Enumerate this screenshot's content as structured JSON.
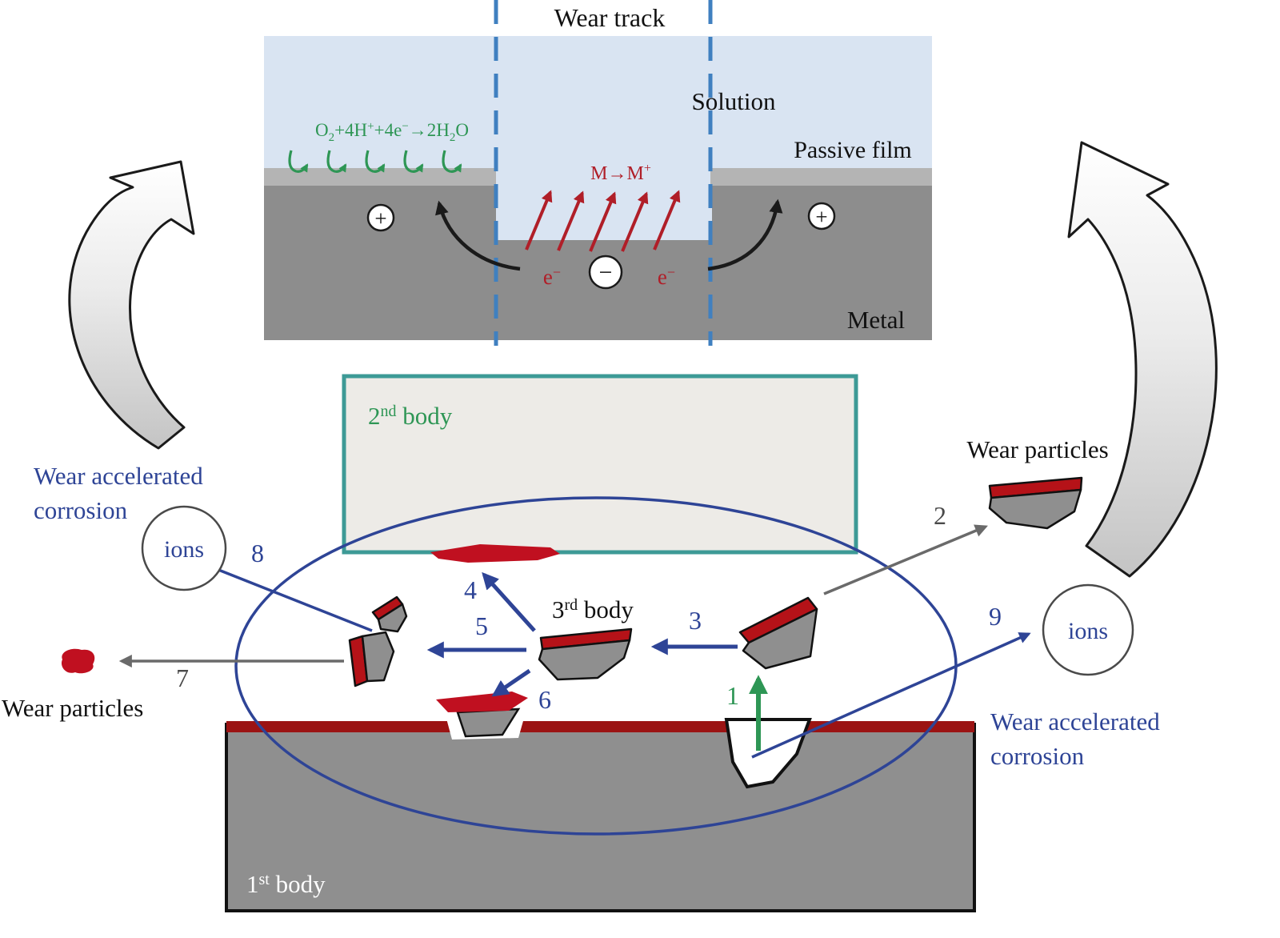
{
  "top_panel": {
    "wear_track": "Wear track",
    "solution": "Solution",
    "passive_film": "Passive film",
    "metal": "Metal",
    "cathodic": {
      "p0": "O",
      "p1": "2",
      "p2": "+4H",
      "p3": "+",
      "p4": "+4e",
      "p5": "−",
      "p6": "→2H",
      "p7": "2",
      "p8": "O"
    },
    "anodic": {
      "p0": "M→M",
      "p1": "+"
    },
    "electron_left": {
      "p0": "e",
      "p1": "−"
    },
    "electron_right": {
      "p0": "e",
      "p1": "−"
    },
    "anode_sign": "−",
    "cathode_sign_left": "+",
    "cathode_sign_right": "+"
  },
  "bottom_panel": {
    "second_body": {
      "num": "2",
      "sup": "nd",
      "word": " body"
    },
    "third_body": {
      "num": "3",
      "sup": "rd",
      "word": " body"
    },
    "first_body": {
      "num": "1",
      "sup": "st",
      "word": " body"
    },
    "wear_particles_right": "Wear particles",
    "wear_particles_left": "Wear particles",
    "ions_left": "ions",
    "ions_right": "ions",
    "wac_left": {
      "line1": "Wear accelerated",
      "line2": "corrosion"
    },
    "wac_right": {
      "line1": "Wear accelerated",
      "line2": "corrosion"
    },
    "steps": {
      "s1": "1",
      "s2": "2",
      "s3": "3",
      "s4": "4",
      "s5": "5",
      "s6": "6",
      "s7": "7",
      "s8": "8",
      "s9": "9"
    }
  },
  "colors": {
    "solution_blue": "#d9e4f2",
    "passive_film_gray": "#b4b4b4",
    "metal_gray": "#8d8d8d",
    "body_gray": "#8f8f8f",
    "film_red": "#9b1313",
    "particle_red": "#c01020",
    "navy": "#2e4496",
    "green": "#2e9655",
    "red": "#b01e28",
    "teal_border": "#3d9a96",
    "dashed_blue": "#4080c0"
  }
}
